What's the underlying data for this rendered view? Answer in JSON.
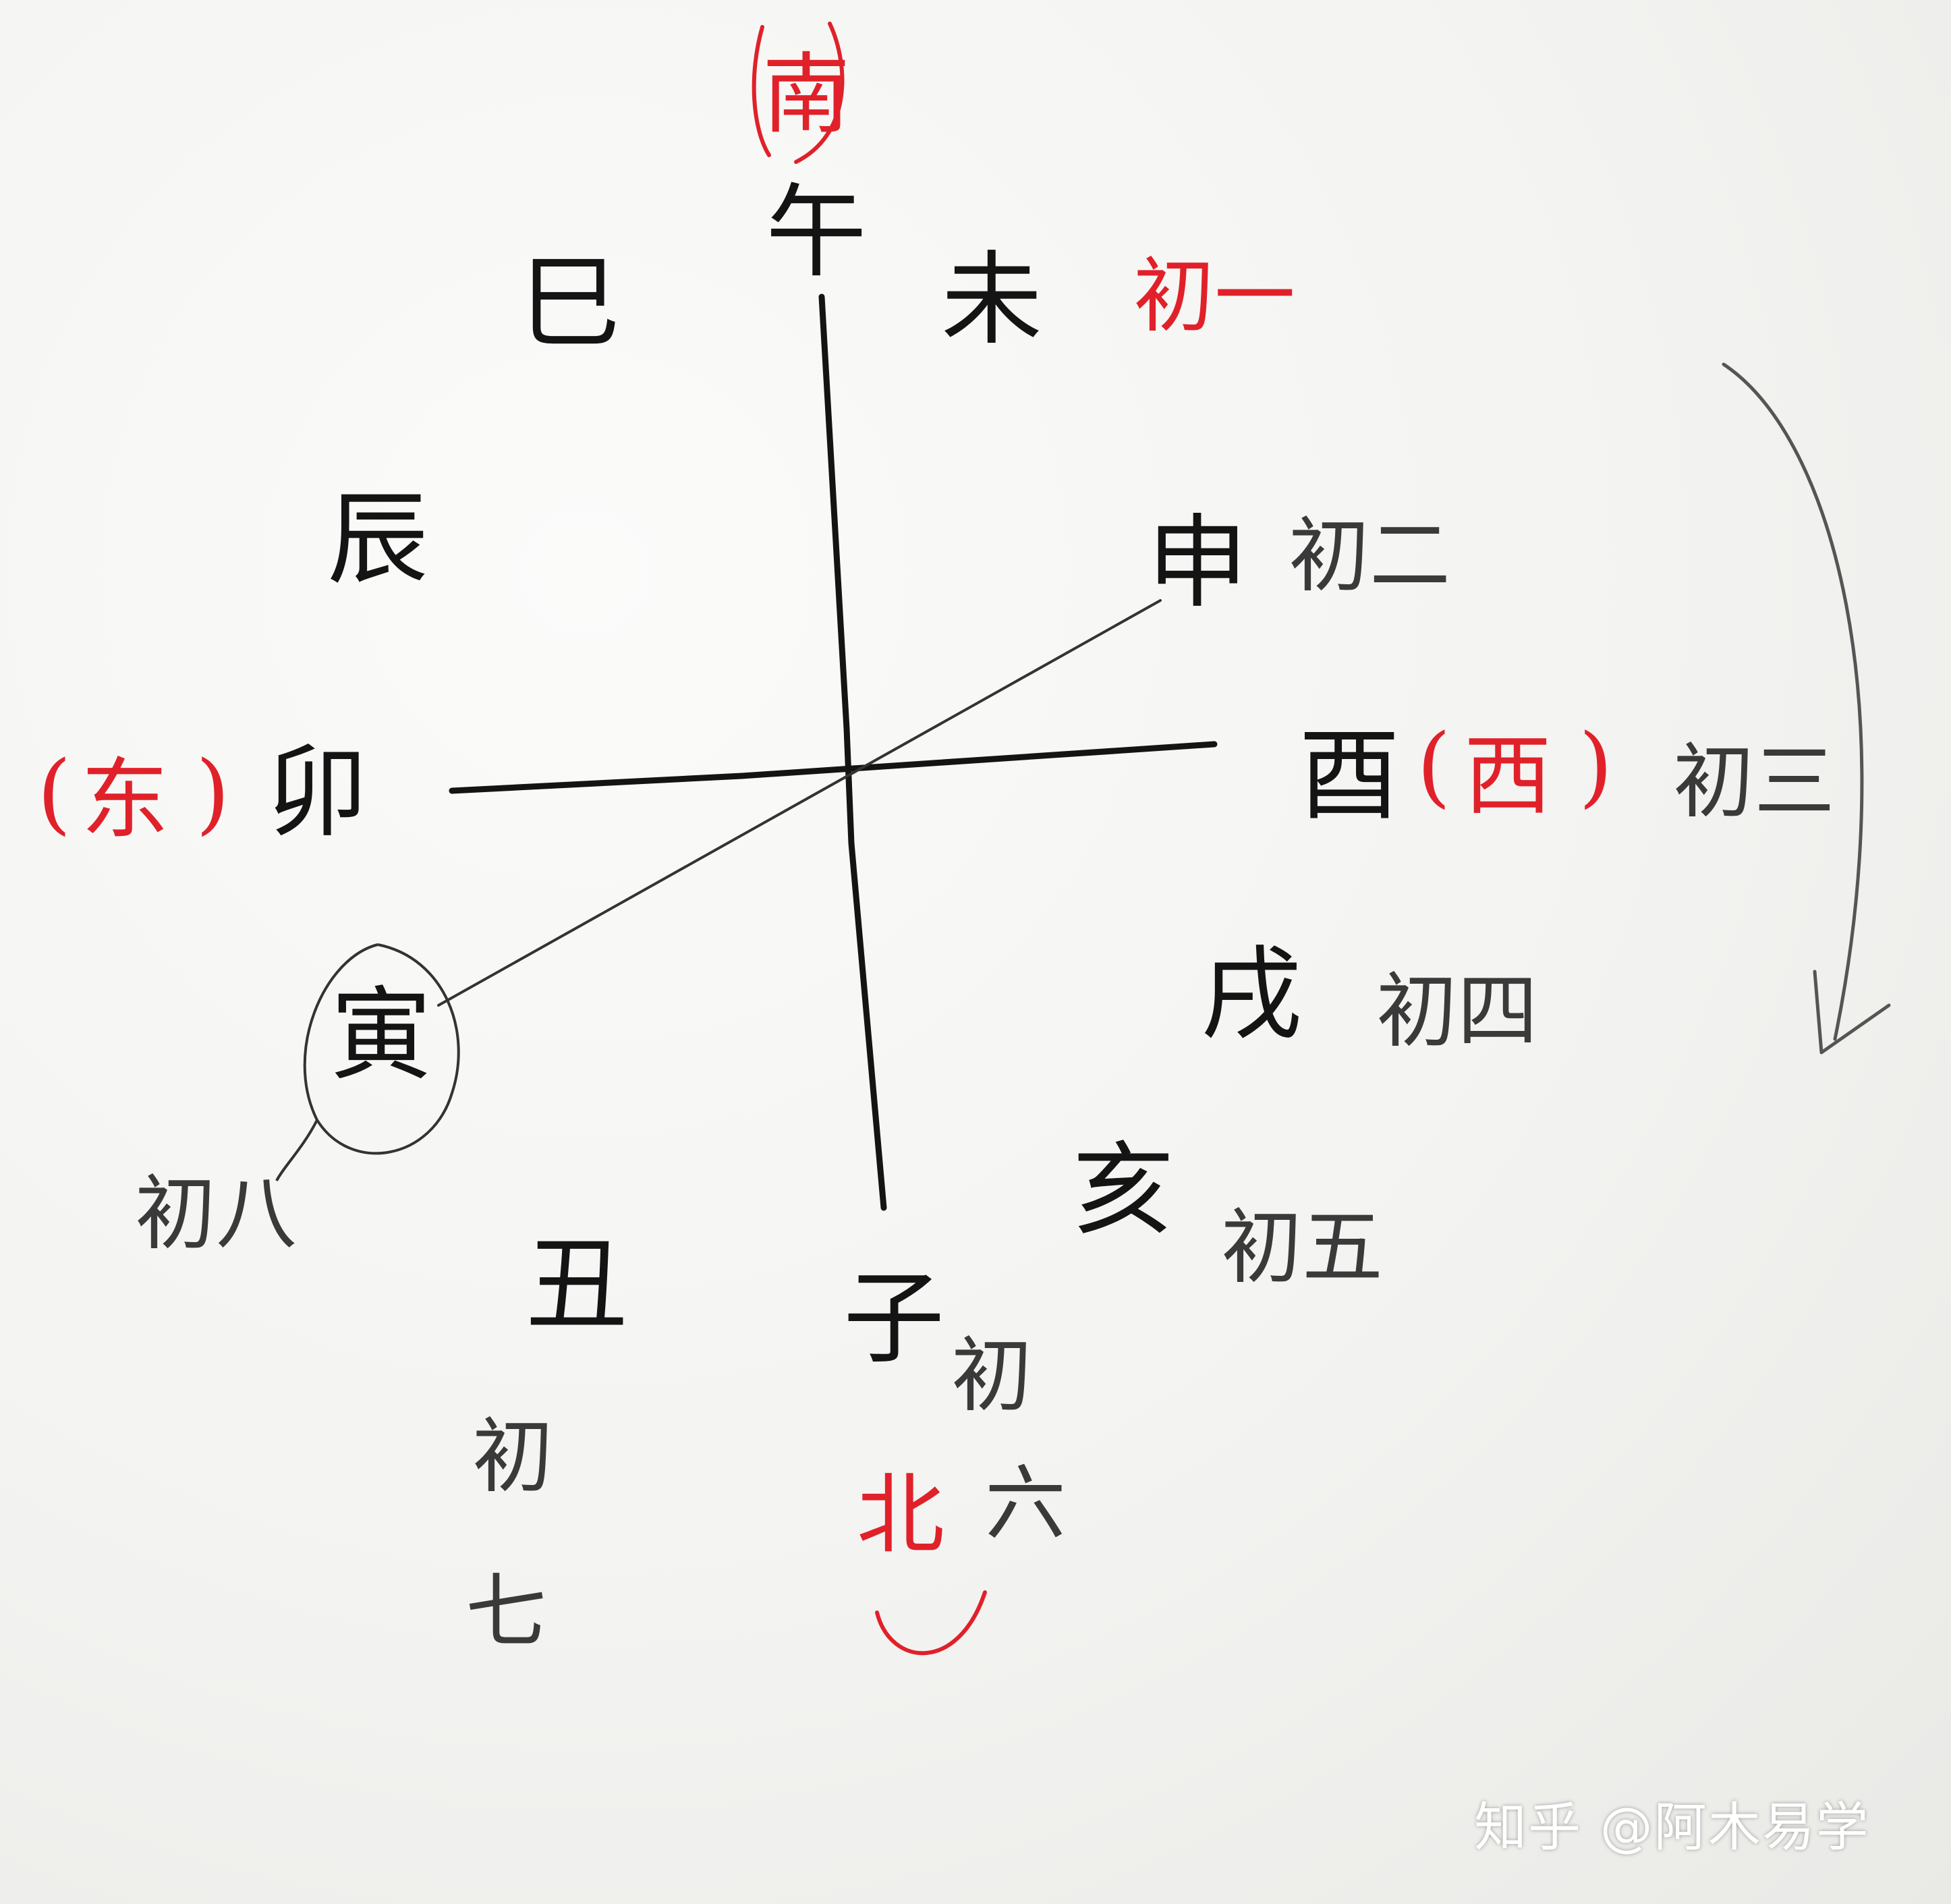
{
  "branches": {
    "wu": "午",
    "wei": "未",
    "si": "巳",
    "chen": "辰",
    "shen": "申",
    "you": "酉",
    "mao": "卯",
    "yin": "寅",
    "xu": "戌",
    "hai": "亥",
    "chou": "丑",
    "zi": "子"
  },
  "directions": {
    "south": "南",
    "east": "东",
    "west": "西",
    "north": "北"
  },
  "days": {
    "day1": "初一",
    "day2": "初二",
    "day3": "初三",
    "day4": "初四",
    "day5": "初五",
    "day6_a": "初",
    "day6_b": "六",
    "day7_a": "初",
    "day7_b": "七",
    "day8": "初八"
  },
  "watermark": "知乎 @阿木易学",
  "colors": {
    "ink": "#141414",
    "pencil": "#3a3a3a",
    "red": "#e0212a",
    "paper": "#f4f4f2"
  }
}
